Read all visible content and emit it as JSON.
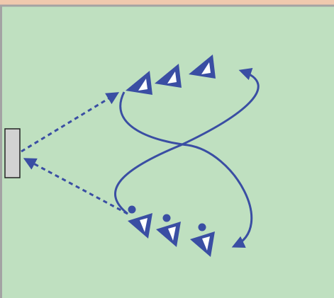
{
  "diagram": {
    "type": "sports-drill",
    "colors": {
      "top_border": "#efc9ae",
      "field": "#bfe0c0",
      "field_border": "#a3a3a3",
      "player": "#3a4ea3",
      "player_stripe": "#ffffff",
      "goal_fill": "#d2d2d2",
      "goal_stroke": "#222222"
    },
    "elements": {
      "goal": "goal-icon",
      "player": "player-cone-icon",
      "ball": "ball-icon",
      "pass_path": "dashed-arrow",
      "run_path": "curved-arrow"
    },
    "players_top_count": 3,
    "players_bottom_count": 3,
    "balls_count": 3
  }
}
